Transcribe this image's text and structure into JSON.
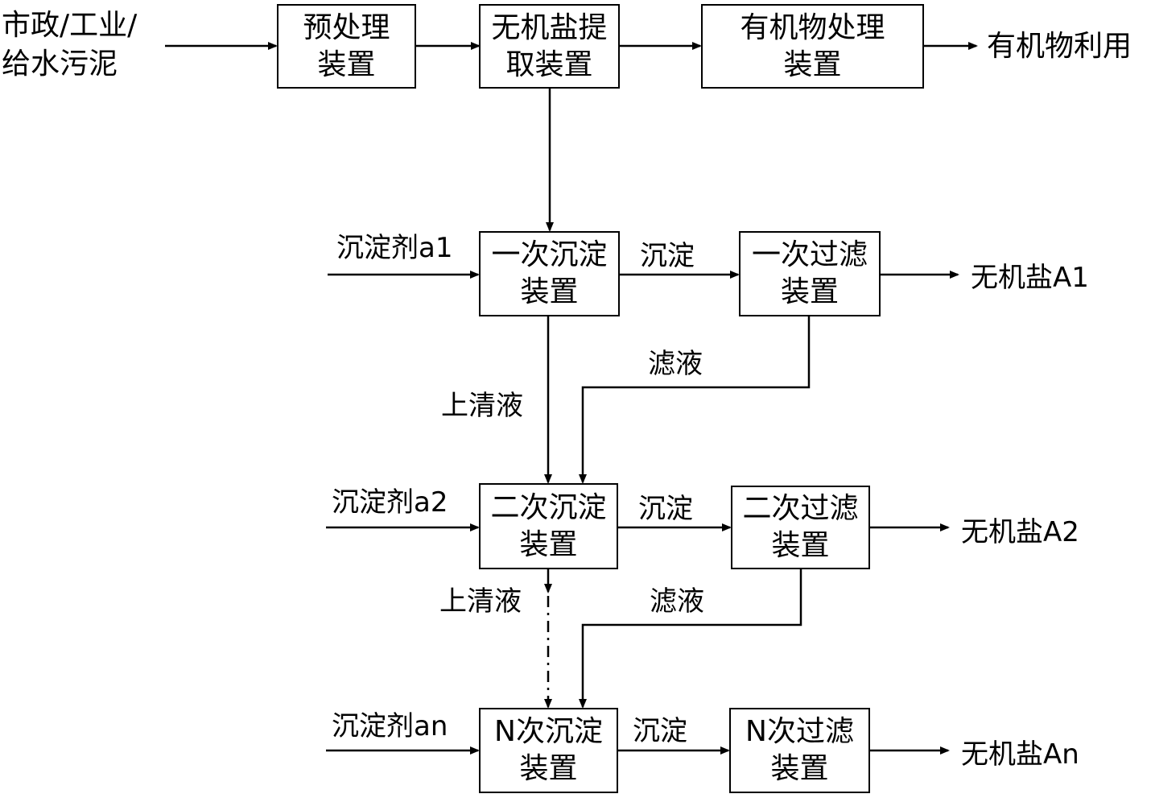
{
  "input_label": "市政/工业/\n给水污泥",
  "output_top": "有机物利用",
  "boxes": {
    "pretreat": "预处理\n装置",
    "salt_extract": "无机盐提\n取装置",
    "organic": "有机物处理\n装置",
    "sed1": "一次沉淀\n装置",
    "filt1": "一次过滤\n装置",
    "sed2": "二次沉淀\n装置",
    "filt2": "二次过滤\n装置",
    "sedN": "N次沉淀\n装置",
    "filtN": "N次过滤\n装置"
  },
  "labels": {
    "agent_a1": "沉淀剂a1",
    "agent_a2": "沉淀剂a2",
    "agent_an": "沉淀剂an",
    "precip1": "沉淀",
    "precip2": "沉淀",
    "precipN": "沉淀",
    "filtrate1": "滤液",
    "filtrate2": "滤液",
    "supernatant1": "上清液",
    "supernatant2": "上清液",
    "salt_A1": "无机盐A1",
    "salt_A2": "无机盐A2",
    "salt_An": "无机盐An"
  }
}
